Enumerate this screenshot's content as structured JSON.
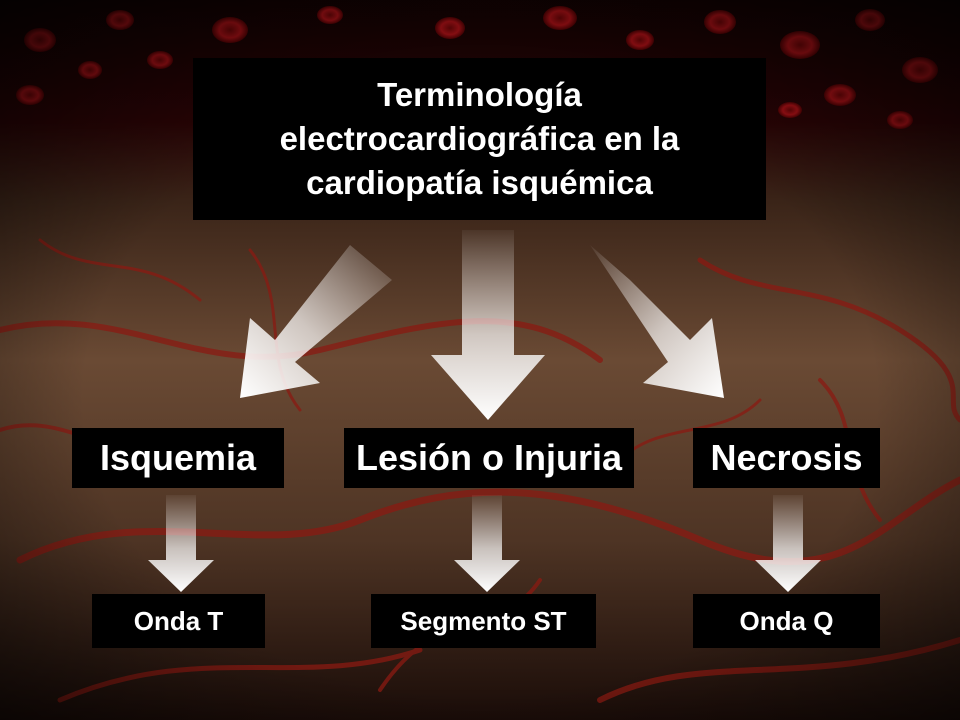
{
  "title": {
    "lines": [
      "Terminología",
      "electrocardiográfica en la",
      "cardiopatía isquémica"
    ]
  },
  "categories": [
    {
      "label": "Isquemia",
      "finding": "Onda T"
    },
    {
      "label": "Lesión o Injuria",
      "finding": "Segmento ST"
    },
    {
      "label": "Necrosis",
      "finding": "Onda Q"
    }
  ],
  "colors": {
    "box_background": "#000000",
    "text": "#ffffff",
    "arrow": "#ffffff",
    "background_top": "#2a0405",
    "background_mid": "#5a3a28",
    "vessel": "#8a1a12"
  },
  "icons": [
    "arrow-down-icon",
    "arrow-down-left-icon",
    "arrow-down-right-icon"
  ]
}
